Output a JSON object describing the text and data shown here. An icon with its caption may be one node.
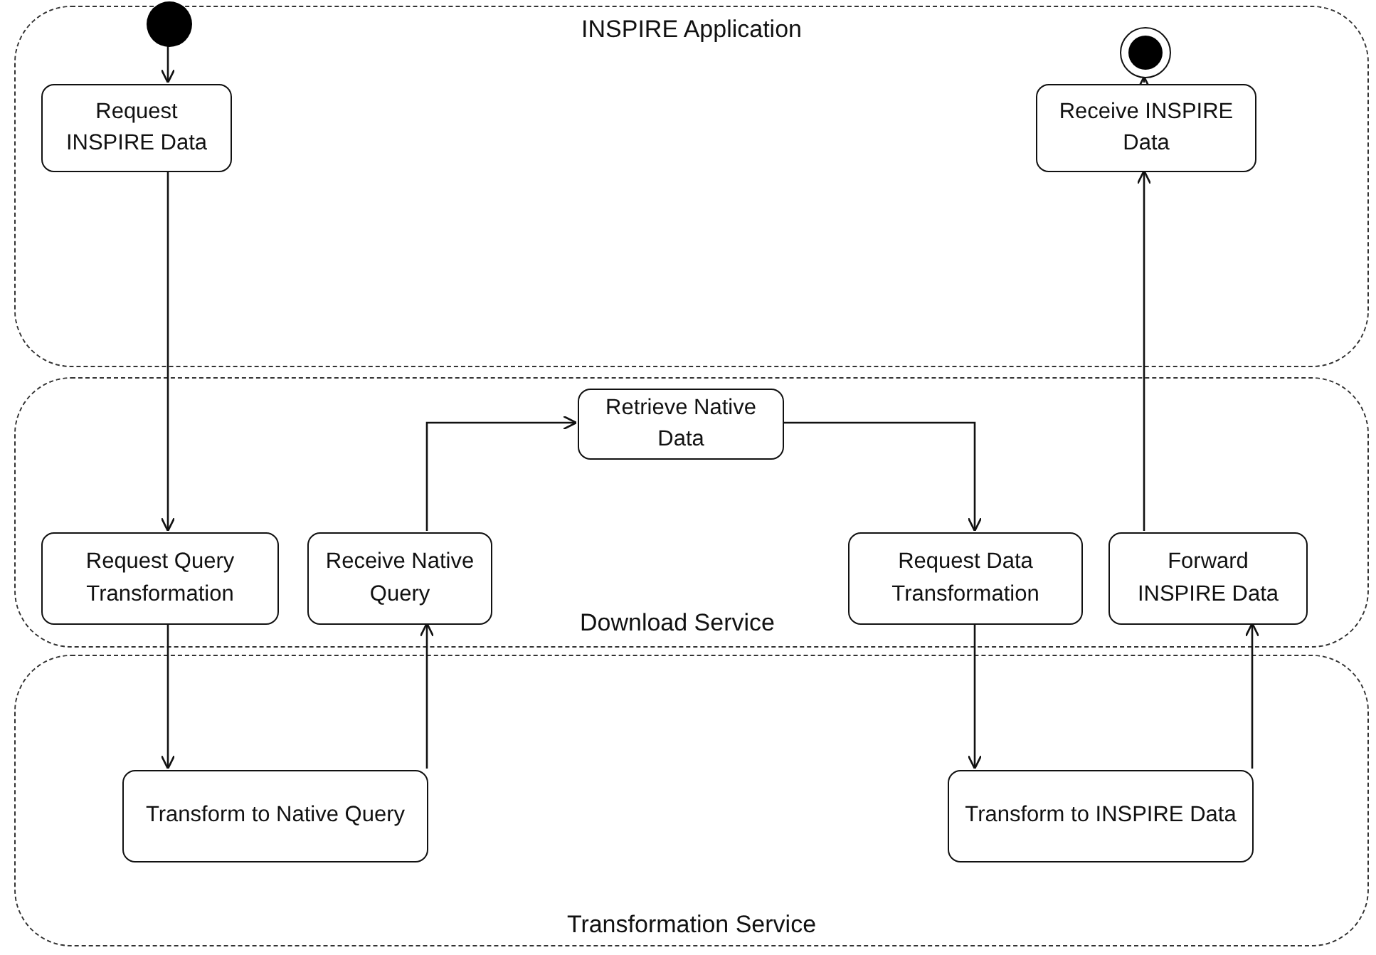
{
  "diagram": {
    "nodes": [
      {
        "text": [
          "INSPIRE Application"
        ]
      },
      {
        "text": [],
        "shape": "circle",
        "in": 0
      },
      {
        "text": [
          "Request INSPIRE Data"
        ],
        "in": 0
      },
      {
        "text": [],
        "shape": "circle",
        "in": 0
      },
      {
        "text": [
          "Receive INSPIRE Data"
        ],
        "in": 0
      },
      {
        "text": [
          "Download Service"
        ]
      },
      {
        "text": [
          "Retrieve Native Data"
        ],
        "in": 5
      },
      {
        "text": [
          "Request Query Transformation"
        ],
        "in": 5
      },
      {
        "text": [
          "Receive Native Query"
        ],
        "in": 5
      },
      {
        "text": [
          "Request Data Transformation"
        ],
        "in": 5
      },
      {
        "text": [
          "Forward INSPIRE Data"
        ],
        "in": 5
      },
      {
        "text": [
          "Transformation Service"
        ]
      },
      {
        "text": [
          "Transform to Native Query"
        ],
        "in": 11
      },
      {
        "text": [
          "Transform to INSPIRE Data"
        ],
        "in": 11
      }
    ],
    "edges": [
      {
        "from": 1,
        "to": 2,
        "arrow": "to"
      },
      {
        "from": 2,
        "to": 7,
        "arrow": "to"
      },
      {
        "from": 7,
        "to": 12,
        "arrow": "to"
      },
      {
        "from": 12,
        "to": 8,
        "arrow": "to"
      },
      {
        "from": 8,
        "to": 6,
        "arrow": "to"
      },
      {
        "from": 6,
        "to": 9,
        "arrow": "to"
      },
      {
        "from": 9,
        "to": 13,
        "arrow": "to"
      },
      {
        "from": 13,
        "to": 10,
        "arrow": "to"
      },
      {
        "from": 10,
        "to": 4,
        "arrow": "to"
      },
      {
        "from": 4,
        "to": 3,
        "arrow": "to"
      }
    ]
  }
}
